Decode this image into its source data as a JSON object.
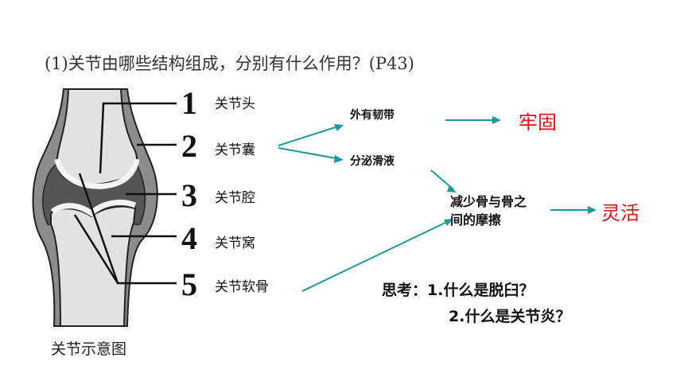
{
  "question": "(1)关节由哪些结构组成，分别有什么作用？(P43)",
  "numbers": [
    "1",
    "2",
    "3",
    "4",
    "5"
  ],
  "parts": [
    "关节头",
    "关节囊",
    "关节腔",
    "关节窝",
    "关节软骨"
  ],
  "capsule_functions": [
    "外有韧带",
    "分泌滑液"
  ],
  "effect_firm": "牢固",
  "reduce_friction": [
    "减少骨与骨之",
    "间的摩擦"
  ],
  "effect_flexible": "灵活",
  "think": {
    "line1": "思考：1.什么是脱臼？",
    "line2": "2.什么是关节炎？"
  },
  "caption": "关节示意图",
  "colors": {
    "arrow": "#1a9a9a",
    "highlight": "#ee1111"
  }
}
